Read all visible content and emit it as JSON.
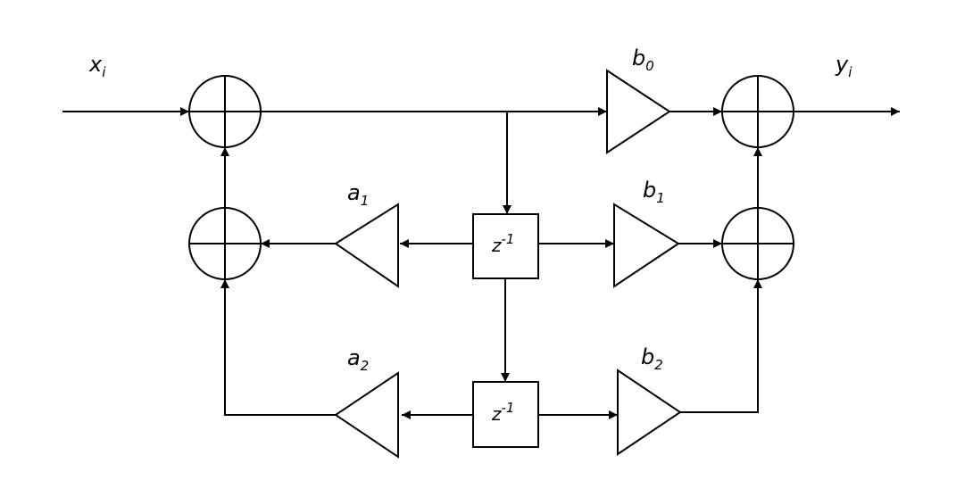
{
  "diagram": {
    "input": {
      "base": "x",
      "sub": "i"
    },
    "output": {
      "base": "y",
      "sub": "i"
    },
    "coefficients": {
      "b0": {
        "base": "b",
        "sub": "0"
      },
      "b1": {
        "base": "b",
        "sub": "1"
      },
      "b2": {
        "base": "b",
        "sub": "2"
      },
      "a1": {
        "base": "a",
        "sub": "1"
      },
      "a2": {
        "base": "a",
        "sub": "2"
      }
    },
    "delay": {
      "base": "z",
      "sup": "-1"
    }
  },
  "colors": {
    "stroke": "#000000",
    "background": "#ffffff"
  }
}
